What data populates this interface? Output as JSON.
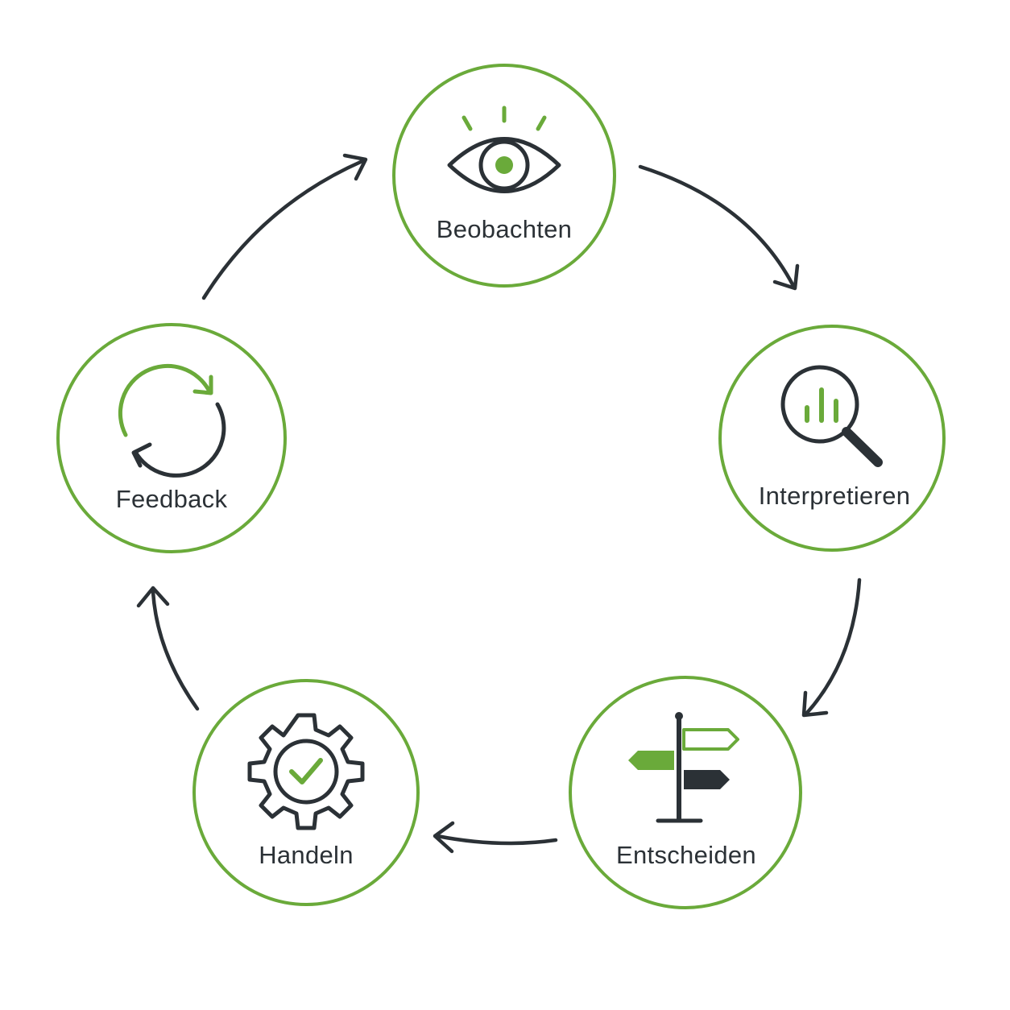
{
  "colors": {
    "accent": "#6aaa3a",
    "ink": "#2b3136",
    "background": "#ffffff"
  },
  "cycle": [
    {
      "id": "beobachten",
      "label": "Beobachten",
      "icon": "eye-icon"
    },
    {
      "id": "interpretieren",
      "label": "Interpretieren",
      "icon": "magnifier-chart-icon"
    },
    {
      "id": "entscheiden",
      "label": "Entscheiden",
      "icon": "signpost-icon"
    },
    {
      "id": "handeln",
      "label": "Handeln",
      "icon": "gear-check-icon"
    },
    {
      "id": "feedback",
      "label": "Feedback",
      "icon": "refresh-cycle-icon"
    }
  ],
  "flow": [
    {
      "from": "feedback",
      "to": "beobachten"
    },
    {
      "from": "beobachten",
      "to": "interpretieren"
    },
    {
      "from": "interpretieren",
      "to": "entscheiden"
    },
    {
      "from": "entscheiden",
      "to": "handeln"
    },
    {
      "from": "handeln",
      "to": "feedback"
    }
  ]
}
